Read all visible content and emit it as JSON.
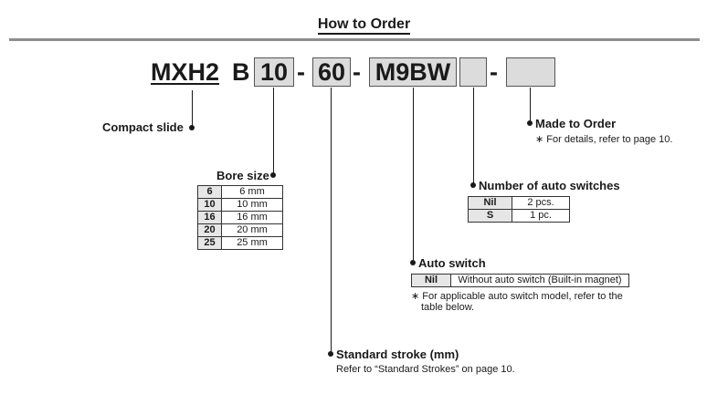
{
  "title": "How to Order",
  "code": {
    "series": "MXH2",
    "type": "B",
    "bore": "10",
    "dash1": "-",
    "stroke": "60",
    "dash2": "-",
    "switch": "M9BW",
    "number": "",
    "dash3": "-",
    "made_to_order": ""
  },
  "compact_slide": {
    "label": "Compact slide"
  },
  "bore_size": {
    "label": "Bore size",
    "rows": [
      {
        "key": "6",
        "value": "6 mm"
      },
      {
        "key": "10",
        "value": "10 mm"
      },
      {
        "key": "16",
        "value": "16 mm"
      },
      {
        "key": "20",
        "value": "20 mm"
      },
      {
        "key": "25",
        "value": "25 mm"
      }
    ]
  },
  "made_to_order": {
    "label": "Made to Order",
    "note": "∗  For details, refer to page 10."
  },
  "number_switches": {
    "label": "Number of auto switches",
    "rows": [
      {
        "key": "Nil",
        "value": "2 pcs."
      },
      {
        "key": "S",
        "value": "1 pc."
      }
    ]
  },
  "auto_switch": {
    "label": "Auto switch",
    "rows": [
      {
        "key": "Nil",
        "value": "Without auto switch (Built-in magnet)"
      }
    ],
    "note_line1": "∗  For applicable auto switch model, refer to the",
    "note_line2": "table below."
  },
  "standard_stroke": {
    "label": "Standard stroke (mm)",
    "note": "Refer to “Standard Strokes” on page 10."
  }
}
